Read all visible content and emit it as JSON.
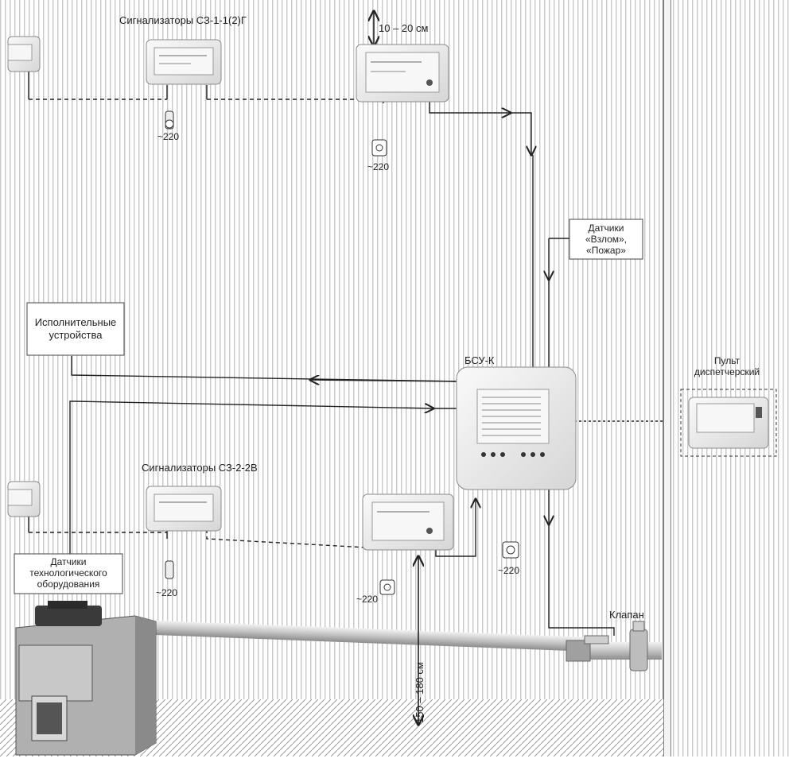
{
  "labels": {
    "upper_detectors": "Сигнализаторы СЗ-1-1(2)Г",
    "lower_detectors": "Сигнализаторы СЗ-2-2В",
    "gap_top": "10 – 20 см",
    "gap_floor": "150 – 180 см",
    "bsu": "БСУ-К",
    "valve": "Клапан",
    "remote_line1": "Пульт",
    "remote_line2": "диспетчерский",
    "actuators_line1": "Исполнительные",
    "actuators_line2": "устройства",
    "alarm_line1": "Датчики",
    "alarm_line2": "«Взлом»,",
    "alarm_line3": "«Пожар»",
    "process_line1": "Датчики",
    "process_line2": "технологического",
    "process_line3": "оборудования",
    "power_1": "~220",
    "power_2": "~220",
    "power_3": "~220",
    "power_4": "~220",
    "power_5": "~220"
  },
  "colors": {
    "wall_stripe": "#c8c8c8",
    "device_body": "#ececec",
    "device_edge": "#8a8a8a",
    "wire": "#222222",
    "pipe": "#b8b8b8",
    "boiler": "#9a9a9a"
  },
  "icons": {
    "plug": "power-plug-icon",
    "socket": "power-socket-icon",
    "arrow": "arrowhead-icon"
  }
}
